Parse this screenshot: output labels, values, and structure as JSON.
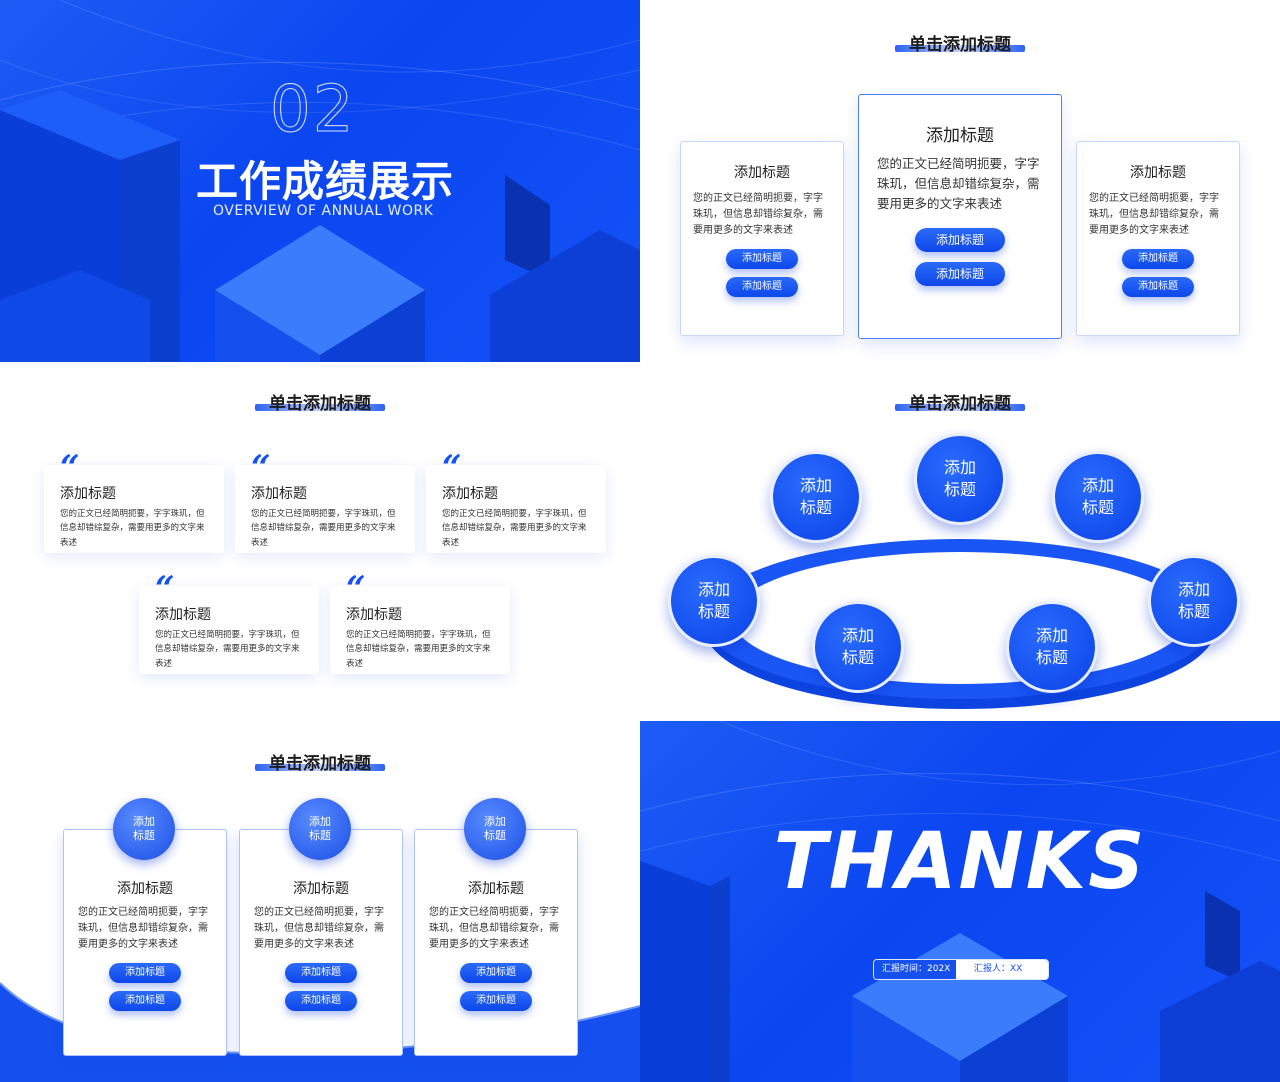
{
  "slide1": {
    "number": "02",
    "title": "工作成绩展示",
    "subtitle": "OVERVIEW OF ANNUAL WORK"
  },
  "slide2": {
    "title": "单击添加标题",
    "cards": [
      {
        "heading": "添加标题",
        "body": "您的正文已经简明扼要，字字珠玑，但信息却错综复杂，需要用更多的文字来表述",
        "btn1": "添加标题",
        "btn2": "添加标题"
      },
      {
        "heading": "添加标题",
        "body": "您的正文已经简明扼要，字字珠玑，但信息却错综复杂，需要用更多的文字来表述",
        "btn1": "添加标题",
        "btn2": "添加标题"
      },
      {
        "heading": "添加标题",
        "body": "您的正文已经简明扼要，字字珠玑，但信息却错综复杂，需要用更多的文字来表述",
        "btn1": "添加标题",
        "btn2": "添加标题"
      }
    ]
  },
  "slide3": {
    "title": "单击添加标题",
    "quote_mark": "“",
    "cards": [
      {
        "heading": "添加标题",
        "body": "您的正文已经简明扼要，字字珠玑，但信息却错综复杂，需要用更多的文字来表述"
      },
      {
        "heading": "添加标题",
        "body": "您的正文已经简明扼要，字字珠玑，但信息却错综复杂，需要用更多的文字来表述"
      },
      {
        "heading": "添加标题",
        "body": "您的正文已经简明扼要，字字珠玑，但信息却错综复杂，需要用更多的文字来表述"
      },
      {
        "heading": "添加标题",
        "body": "您的正文已经简明扼要，字字珠玑，但信息却错综复杂，需要用更多的文字来表述"
      },
      {
        "heading": "添加标题",
        "body": "您的正文已经简明扼要，字字珠玑，但信息却错综复杂，需要用更多的文字来表述"
      }
    ]
  },
  "slide4": {
    "title": "单击添加标题",
    "circles": [
      "添加标题",
      "添加标题",
      "添加标题",
      "添加标题",
      "添加标题",
      "添加标题",
      "添加标题"
    ]
  },
  "slide5": {
    "title": "单击添加标题",
    "cards": [
      {
        "ball": "添加标题",
        "heading": "添加标题",
        "body": "您的正文已经简明扼要，字字珠玑，但信息却错综复杂，需要用更多的文字来表述",
        "btn1": "添加标题",
        "btn2": "添加标题"
      },
      {
        "ball": "添加标题",
        "heading": "添加标题",
        "body": "您的正文已经简明扼要，字字珠玑，但信息却错综复杂，需要用更多的文字来表述",
        "btn1": "添加标题",
        "btn2": "添加标题"
      },
      {
        "ball": "添加标题",
        "heading": "添加标题",
        "body": "您的正文已经简明扼要，字字珠玑，但信息却错综复杂，需要用更多的文字来表述",
        "btn1": "添加标题",
        "btn2": "添加标题"
      }
    ]
  },
  "slide6": {
    "title": "THANKS",
    "report_time": "汇报时间：202X",
    "reporter": "汇报人：XX"
  },
  "colors": {
    "primary": "#0b46f0",
    "accent": "#1452f0"
  }
}
